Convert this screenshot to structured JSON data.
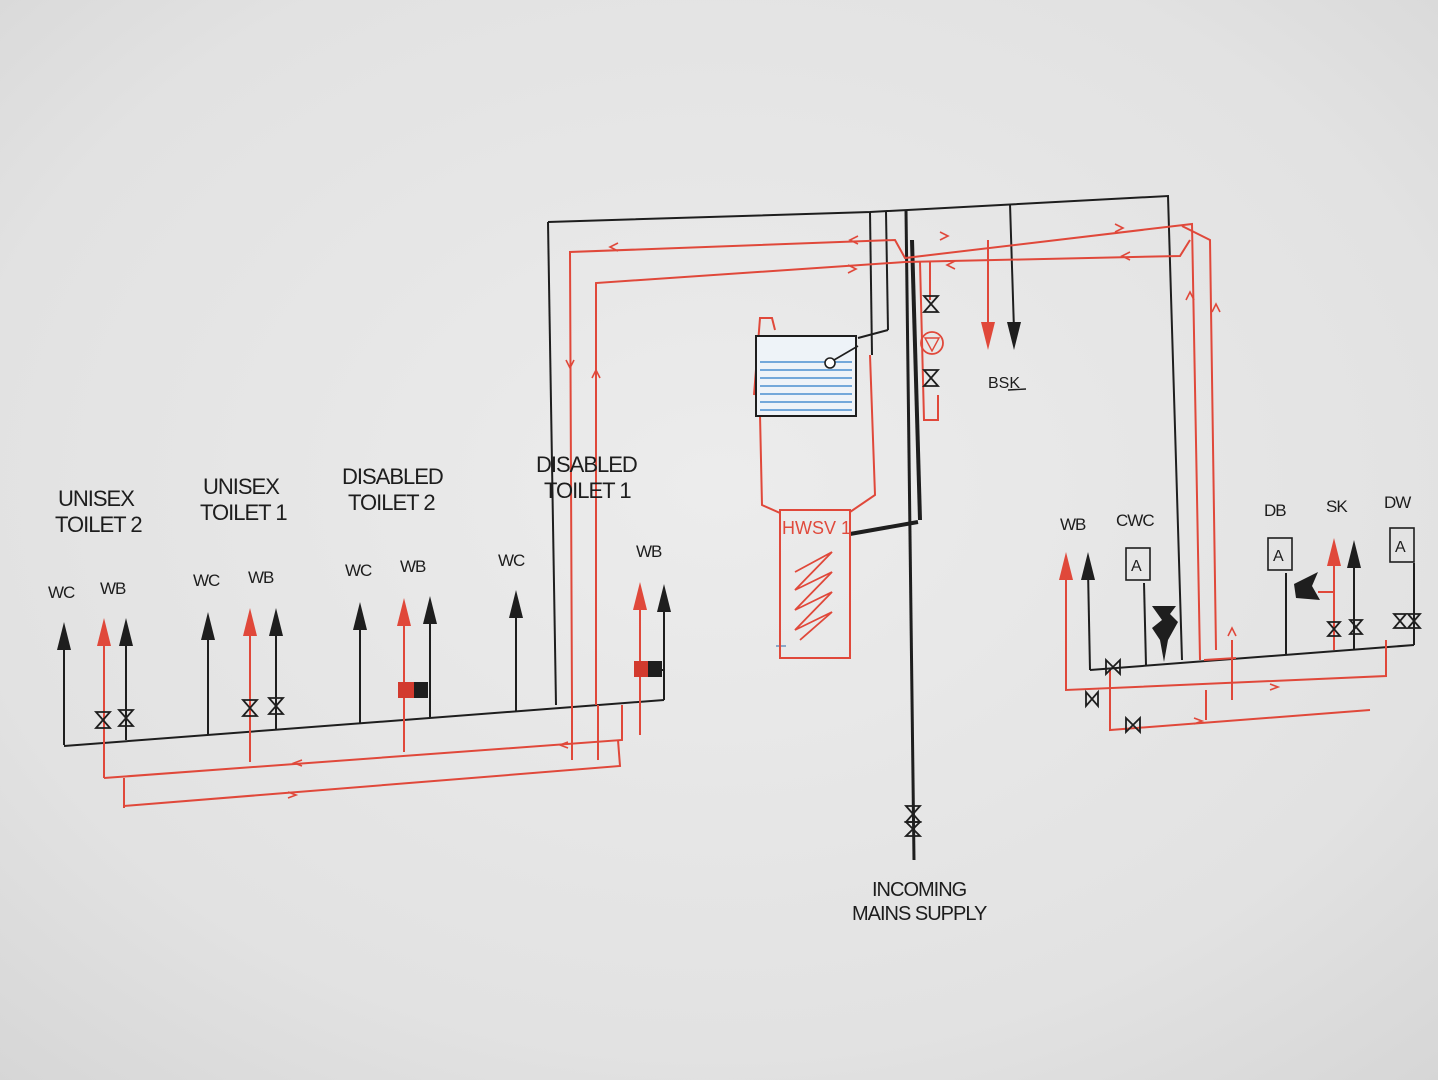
{
  "labels": {
    "unisex_toilet_2": [
      "UNISEX",
      "TOILET 2"
    ],
    "unisex_toilet_1": [
      "UNISEX",
      "TOILET 1"
    ],
    "disabled_toilet_2": [
      "DISABLED",
      "TOILET 2"
    ],
    "disabled_toilet_1": [
      "DISABLED",
      "TOILET 1"
    ],
    "incoming": [
      "INCOMING",
      "MAINS SUPPLY"
    ],
    "hwsv": "HWSV 1",
    "bsk": "BSK",
    "fixtures": {
      "u2_wc": "WC",
      "u2_wb": "WB",
      "u1_wc": "WC",
      "u1_wb": "WB",
      "d2_wc": "WC",
      "d2_wb": "WB",
      "d1_wc": "WC",
      "d1_wb": "WB",
      "k_wb": "WB",
      "k_cwc": "CWC",
      "k_db": "DB",
      "k_sk": "SK",
      "k_dw": "DW"
    },
    "appliance_mark": "A"
  },
  "colors": {
    "cold": "#1e1e1e",
    "hot": "#e0483a",
    "tank_water": "#4a8fd0",
    "paper": "#e4e4e4"
  }
}
